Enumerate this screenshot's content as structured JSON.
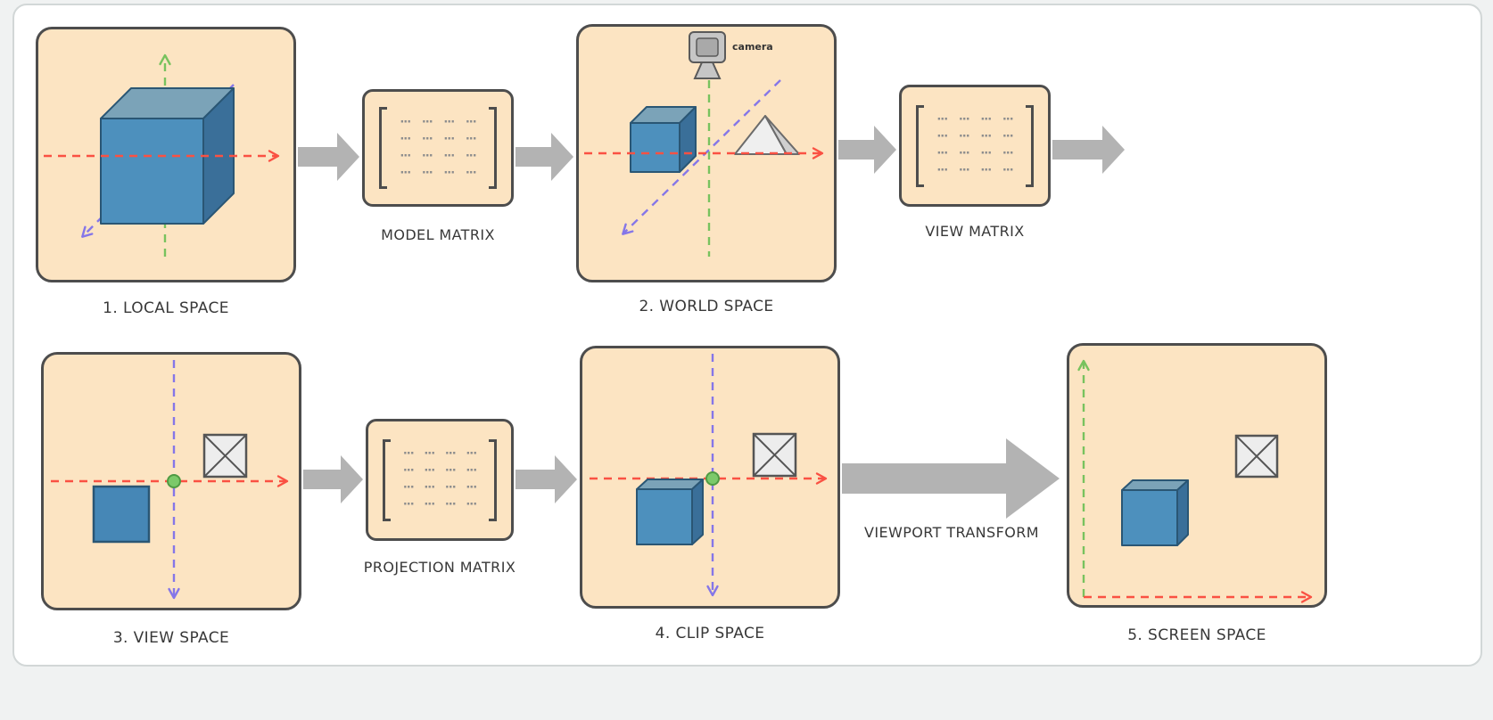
{
  "stages": [
    {
      "id": "local-space",
      "label": "1. LOCAL SPACE"
    },
    {
      "id": "world-space",
      "label": "2. WORLD SPACE"
    },
    {
      "id": "view-space",
      "label": "3. VIEW SPACE"
    },
    {
      "id": "clip-space",
      "label": "4. CLIP SPACE"
    },
    {
      "id": "screen-space",
      "label": "5. SCREEN SPACE"
    }
  ],
  "matrices": [
    {
      "id": "model-matrix",
      "label": "MODEL MATRIX"
    },
    {
      "id": "view-matrix",
      "label": "VIEW MATRIX"
    },
    {
      "id": "projection-matrix",
      "label": "PROJECTION MATRIX"
    }
  ],
  "viewport_transform_label": "VIEWPORT TRANSFORM",
  "camera_label": "camera",
  "matrix_cell_glyph": "···",
  "colors": {
    "panel_fill": "#fce4c2",
    "panel_border": "#4d4d4d",
    "flow_arrow_gray": "#b3b3b3",
    "axis_red": "#fa5143",
    "axis_green": "#78c25e",
    "axis_purple": "#8576e8",
    "cube_front_blue": "#4d90bd",
    "cube_top_blue": "#7ba3b8",
    "cube_side_blue": "#3a6f99",
    "origin_dot_green": "#7cc96a",
    "sprite_gray": "#ededed"
  }
}
